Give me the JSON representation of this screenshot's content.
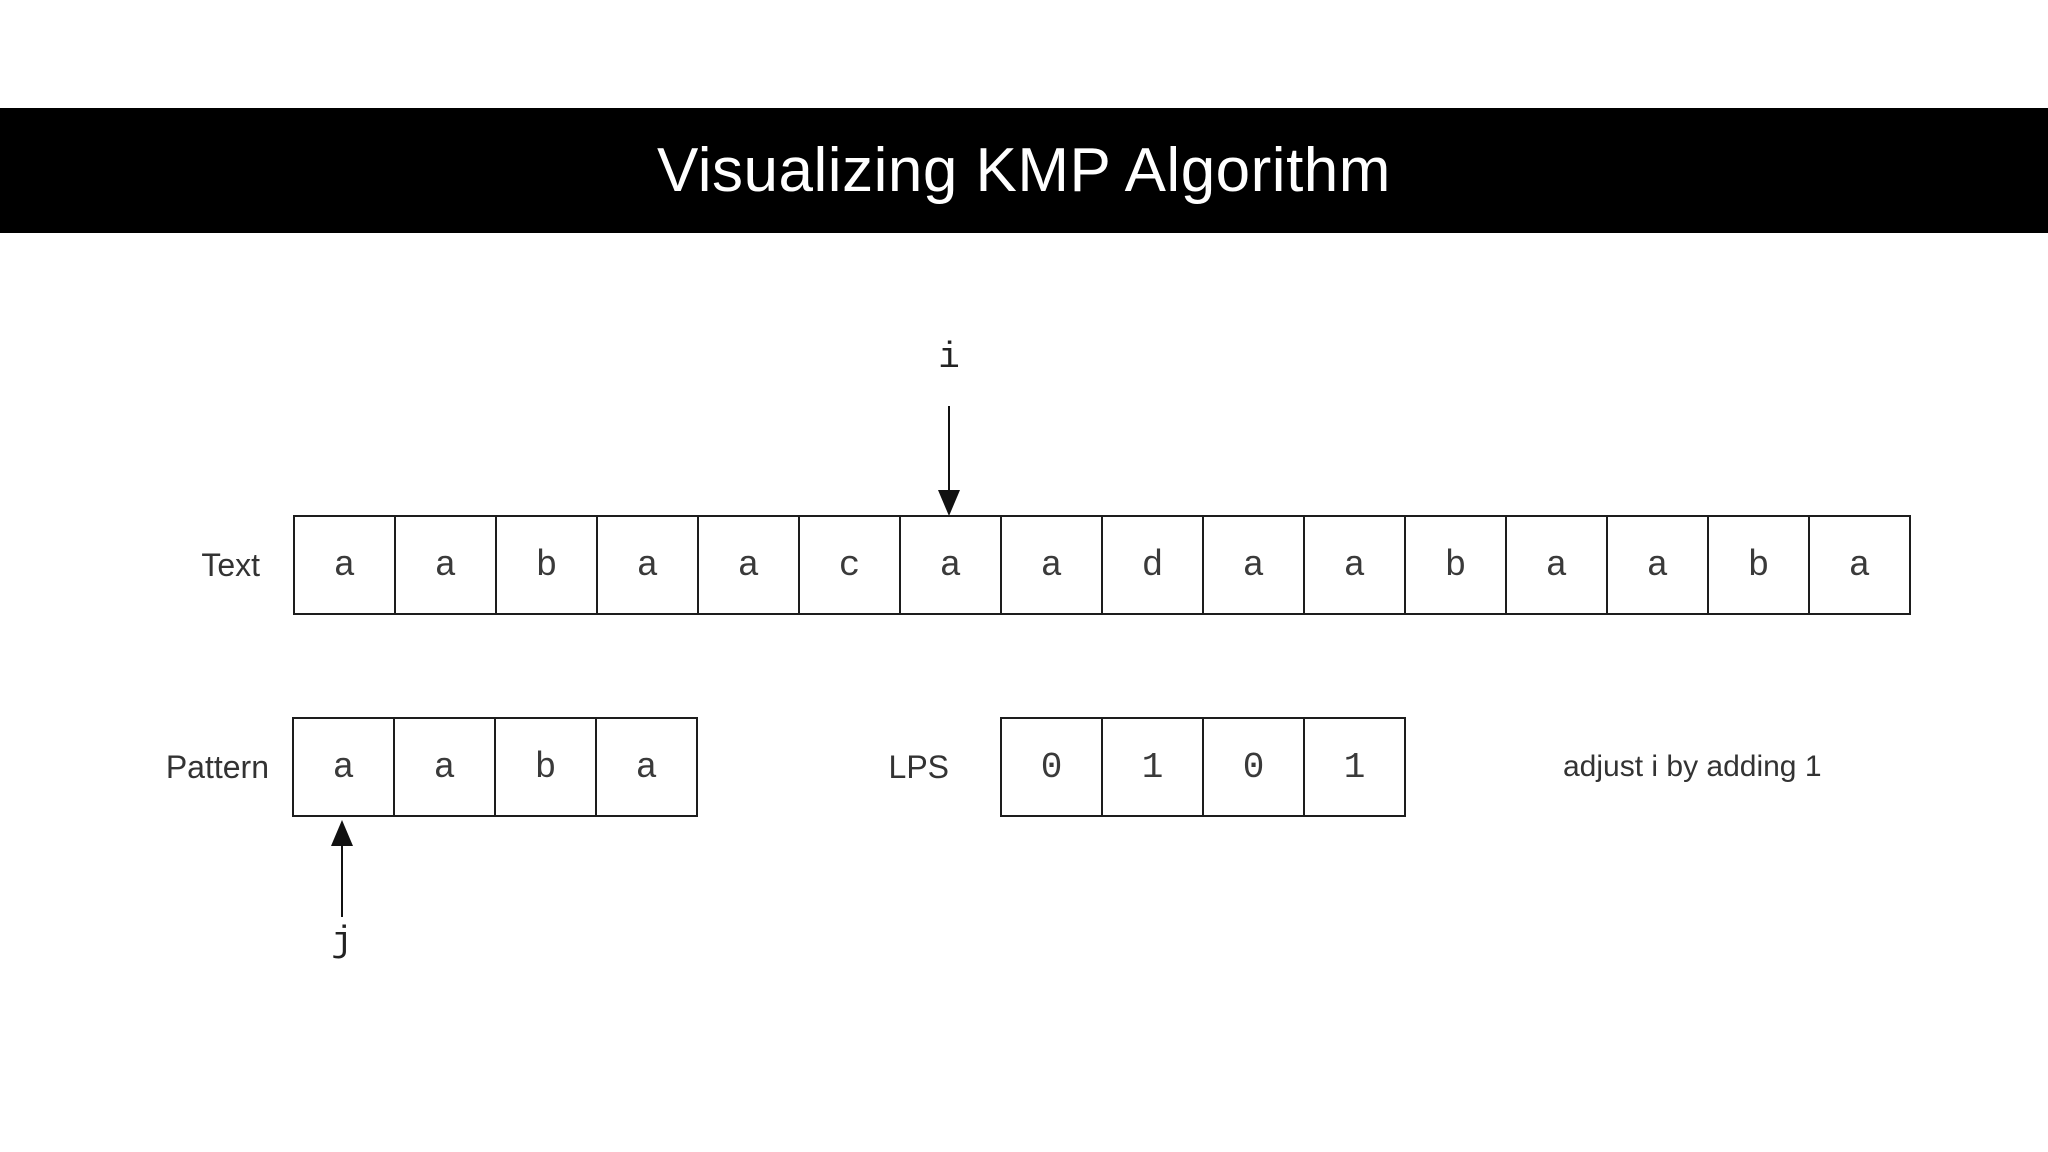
{
  "title": "Visualizing KMP Algorithm",
  "colors": {
    "banner_background": "#000000",
    "title_text": "#ffffff",
    "cell_border": "#1d1d1d",
    "cell_text": "#3a3a3a",
    "label_text": "#333333",
    "arrow": "#111111",
    "page_background": "#ffffff"
  },
  "text_row": {
    "label": "Text",
    "cells": [
      "a",
      "a",
      "b",
      "a",
      "a",
      "c",
      "a",
      "a",
      "d",
      "a",
      "a",
      "b",
      "a",
      "a",
      "b",
      "a"
    ]
  },
  "pattern_row": {
    "label": "Pattern",
    "cells": [
      "a",
      "a",
      "b",
      "a"
    ]
  },
  "lps_row": {
    "label": "LPS",
    "cells": [
      "0",
      "1",
      "0",
      "1"
    ]
  },
  "pointers": {
    "i_label": "i",
    "i_index": 6,
    "j_label": "j",
    "j_index": 0
  },
  "annotation": "adjust i by adding 1"
}
